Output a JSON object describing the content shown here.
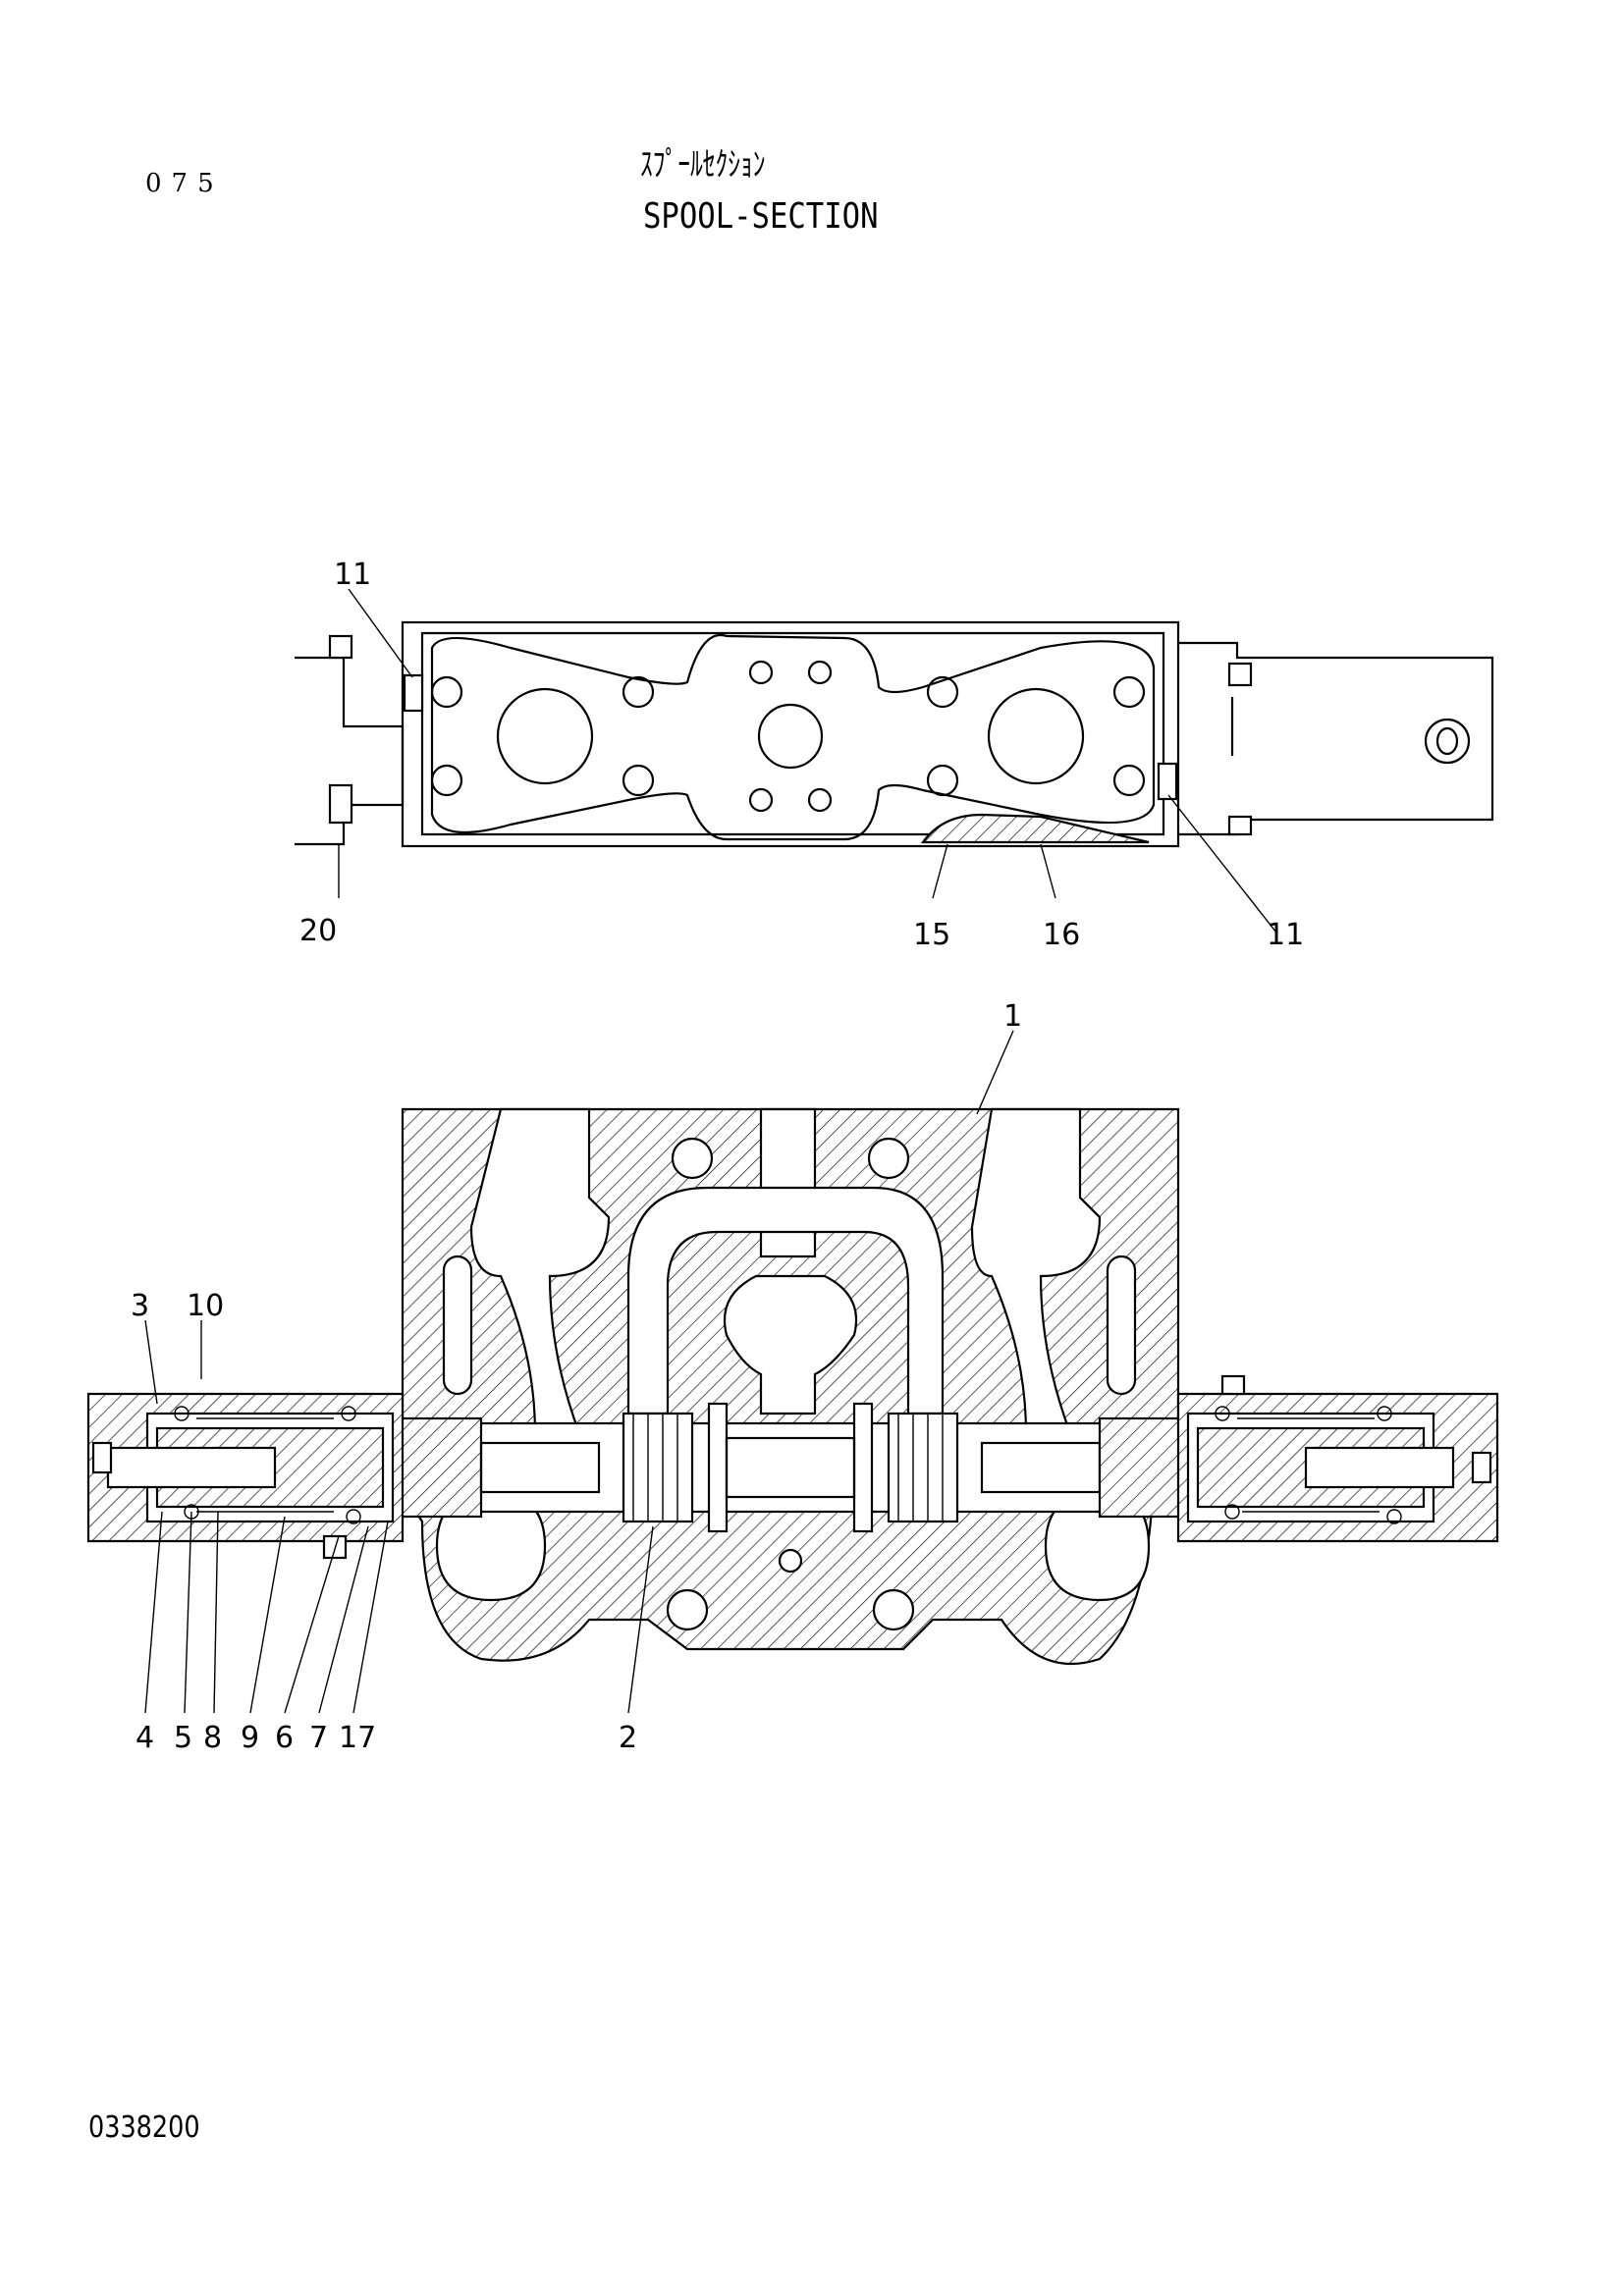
{
  "header": {
    "page_number": "075",
    "title_jp": "ｽﾌﾟｰﾙｾｸｼｮﾝ",
    "title_en": "SPOOL-SECTION"
  },
  "top_view": {
    "callouts": {
      "upper_left": "11",
      "lower_left": "20",
      "mid_a": "15",
      "mid_b": "16",
      "lower_right": "11"
    }
  },
  "section_view": {
    "callouts": {
      "body": "1",
      "spool": "2",
      "c3": "3",
      "c10": "10",
      "c4": "4",
      "c5": "5",
      "c8": "8",
      "c9": "9",
      "c6": "6",
      "c7": "7",
      "c17": "17"
    }
  },
  "footer": {
    "drawing_number": "0338200"
  }
}
